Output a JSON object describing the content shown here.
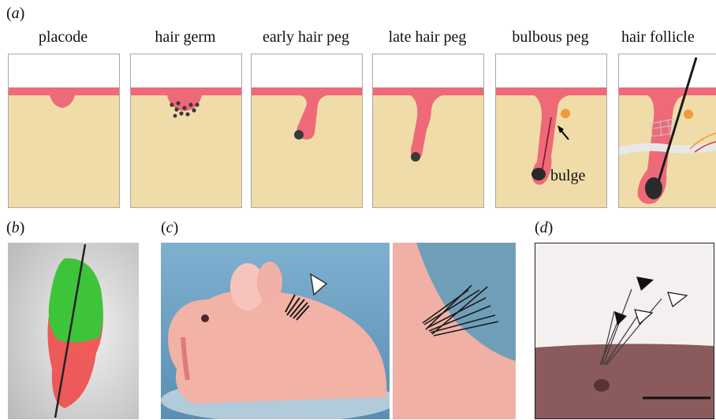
{
  "panel_a": {
    "label_open": "(",
    "label_letter": "a",
    "label_close": ")",
    "stages": [
      {
        "title": "placode"
      },
      {
        "title": "hair germ"
      },
      {
        "title": "early hair peg"
      },
      {
        "title": "late hair peg"
      },
      {
        "title": "bulbous peg"
      },
      {
        "title": "hair follicle"
      }
    ],
    "bulge_label": "bulge"
  },
  "panel_b": {
    "label_open": "(",
    "label_letter": "b",
    "label_close": ")"
  },
  "panel_c": {
    "label_open": "(",
    "label_letter": "c",
    "label_close": ")"
  },
  "panel_d": {
    "label_open": "(",
    "label_letter": "d",
    "label_close": ")"
  },
  "colors": {
    "dermis": "#f0dca8",
    "epidermis": "#ee6a78",
    "dermal_papilla": "#3a3a3a",
    "hair_shaft": "#1a1a1a",
    "gfp_green": "#3ec43a",
    "rfp_red": "#f04a4a",
    "photo_blue": "#6aa3c8",
    "skin_pink": "#f2b2a6"
  }
}
